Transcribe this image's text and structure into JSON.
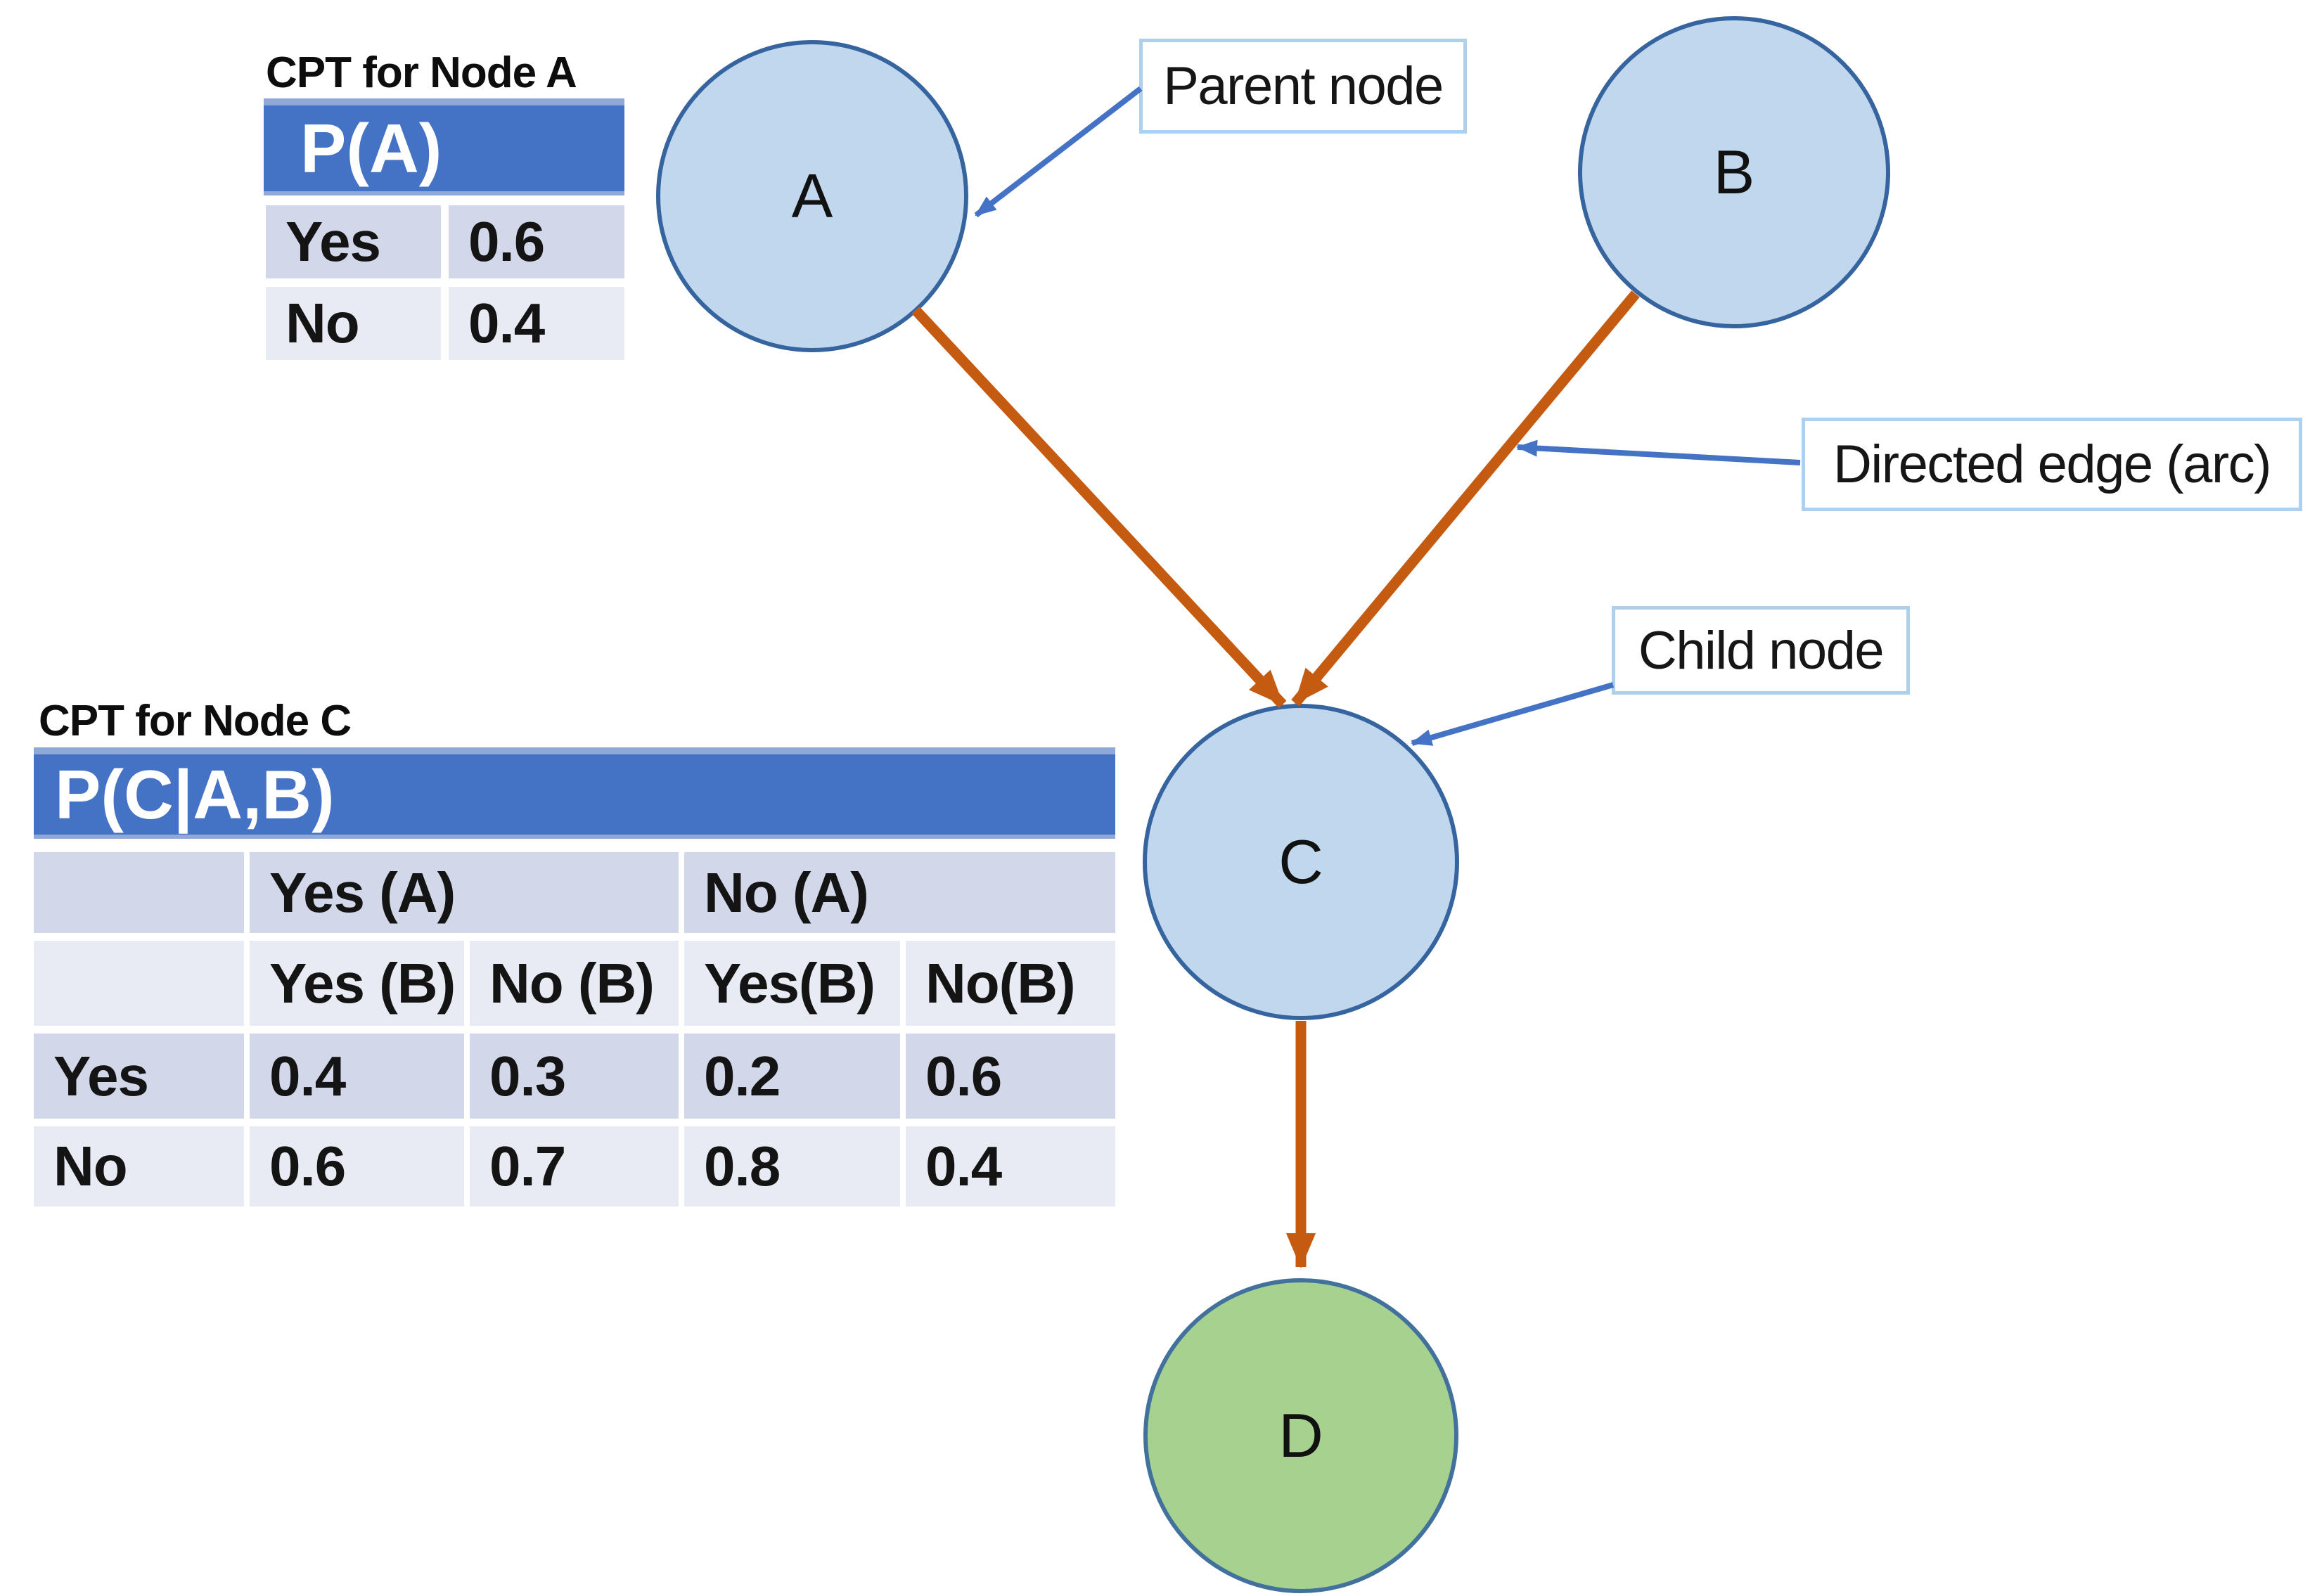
{
  "colors": {
    "table_header_blue": "#4472c4",
    "table_header_strip": "#8ea9d8",
    "row_band_dark": "#d2d7e9",
    "row_band_light": "#e9ebf4",
    "node_blue_fill": "#c0d7ee",
    "node_blue_border": "#35649f",
    "node_green_fill": "#a6d18f",
    "node_green_border": "#41719c",
    "edge_orange": "#c55a11",
    "annotation_arrow_blue": "#4472c4",
    "callout_border_blue": "#aed0ec"
  },
  "nodes": {
    "a": {
      "label": "A"
    },
    "b": {
      "label": "B"
    },
    "c": {
      "label": "C"
    },
    "d": {
      "label": "D"
    }
  },
  "callouts": {
    "parent": {
      "label": "Parent node"
    },
    "directed_edge": {
      "label": "Directed edge (arc)"
    },
    "child": {
      "label": "Child node"
    }
  },
  "cpt_a": {
    "title": "CPT for Node A",
    "header": "P(A)",
    "rows": [
      [
        "Yes",
        "0.6"
      ],
      [
        "No",
        "0.4"
      ]
    ]
  },
  "cpt_c": {
    "title": "CPT for Node C",
    "header": "P(C|A,B)",
    "group_row": [
      "",
      "Yes (A)",
      "No (A)"
    ],
    "sub_row": [
      "",
      "Yes (B)",
      "No (B)",
      "Yes(B)",
      "No(B)"
    ],
    "rows": [
      [
        "Yes",
        "0.4",
        "0.3",
        "0.2",
        "0.6"
      ],
      [
        "No",
        "0.6",
        "0.7",
        "0.8",
        "0.4"
      ]
    ]
  }
}
